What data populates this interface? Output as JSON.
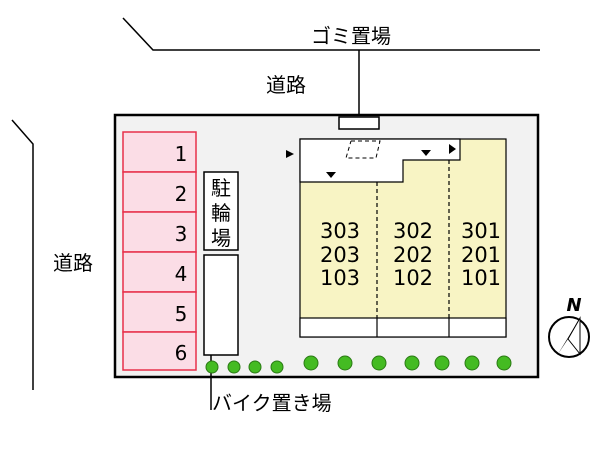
{
  "labels": {
    "garbage": "ゴミ置場",
    "road_top": "道路",
    "road_left": "道路",
    "bike_parking": "駐輪場",
    "motorbike_parking": "バイク置き場"
  },
  "parking_spaces": [
    "1",
    "2",
    "3",
    "4",
    "5",
    "6"
  ],
  "units": {
    "columns": [
      [
        "303",
        "203",
        "103"
      ],
      [
        "302",
        "202",
        "102"
      ],
      [
        "301",
        "201",
        "101"
      ]
    ]
  },
  "compass": {
    "north_label": "N"
  },
  "colors": {
    "parking_fill": "#fbdde6",
    "parking_border": "#e8304a",
    "building_fill": "#f8f4c4",
    "lot_fill": "#f2f2f2",
    "lot_border": "#000000",
    "tree_fill": "#44bb22"
  }
}
